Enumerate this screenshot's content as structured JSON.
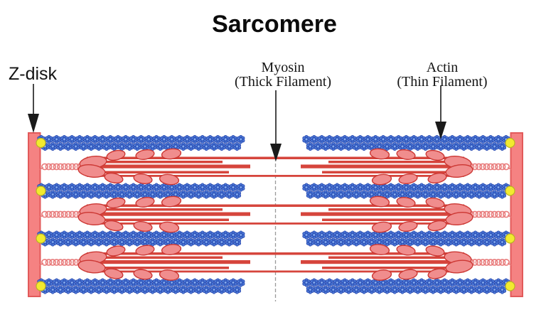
{
  "diagram": {
    "title": "Sarcomere",
    "labels": {
      "z_disk": "Z-disk",
      "myosin_line1": "Myosin",
      "myosin_line2": "(Thick Filament)",
      "actin_line1": "Actin",
      "actin_line2": "(Thin Filament)"
    },
    "structure": {
      "z_disks": 2,
      "actin_thin_filament_rows_per_side": 4,
      "myosin_thick_filament_rows": 3,
      "myosin_head_pairs_per_half_filament": 3,
      "titin_springs_per_side": 3,
      "center_line": "dashed M-line"
    },
    "colors": {
      "background": "#ffffff",
      "text": "#141414",
      "arrow": "#1a1a1a",
      "z_disk_fill": "#f58282",
      "z_disk_border": "#e25a5a",
      "actin_bead_fill": "#4a77d4",
      "actin_bead_border": "#1f3da8",
      "actin_bead_highlight": "#8fb2ec",
      "myosin_backbone": "#d6453c",
      "myosin_head_fill": "#f08d8d",
      "myosin_head_border": "#cc3733",
      "titin_spring": "#e87a7a",
      "anchor_dot_fill": "#f2ea2f",
      "anchor_dot_border": "#b9b325",
      "m_line": "#9a9a9a"
    }
  }
}
